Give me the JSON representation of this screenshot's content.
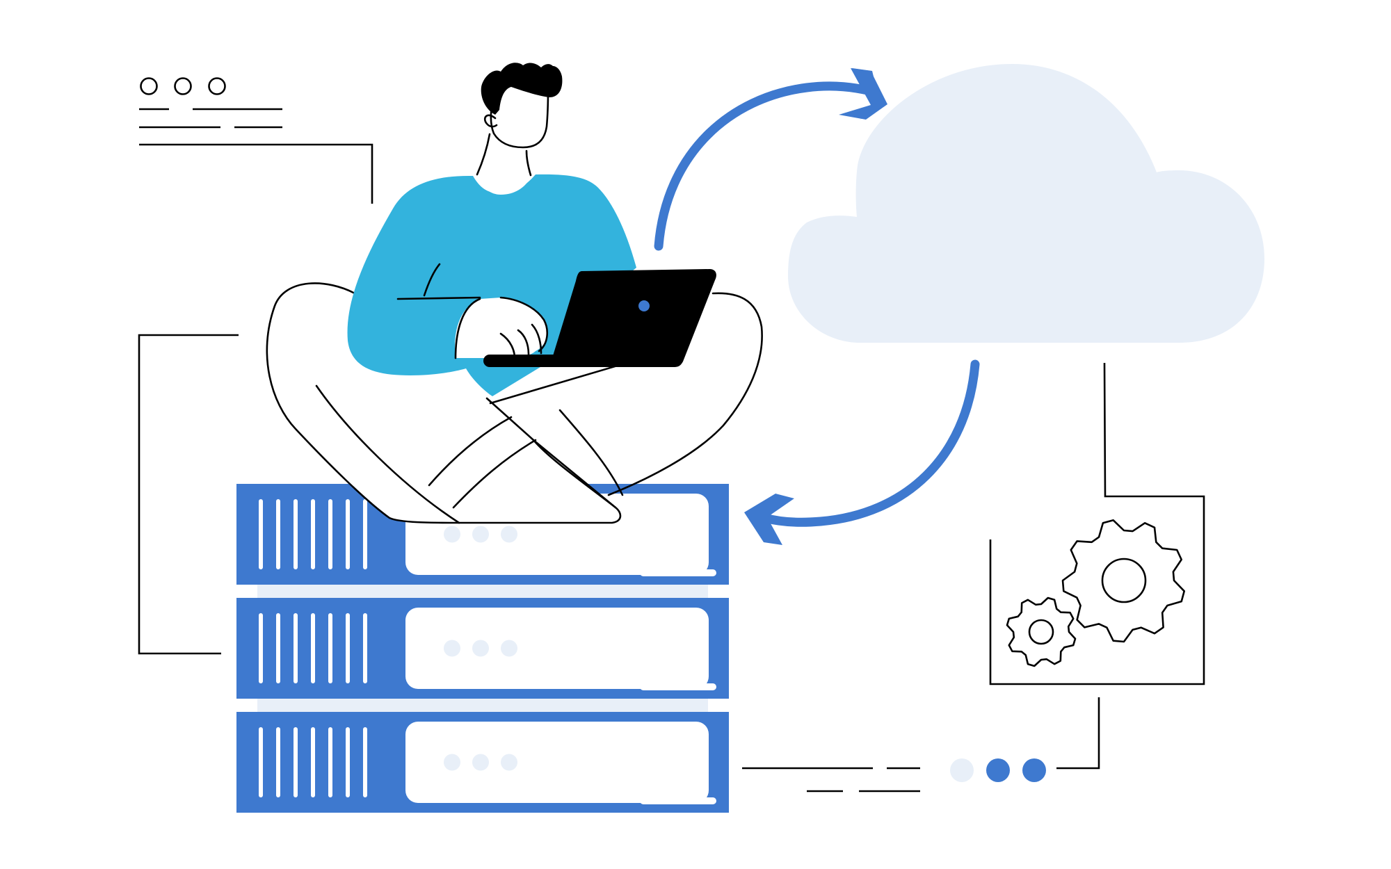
{
  "colors": {
    "background": "#ffffff",
    "accent_blue": "#3e79cf",
    "shirt_blue": "#33b3dd",
    "cloud_fill": "#e8eff8",
    "dot_light": "#e8eff8",
    "ink": "#000000"
  },
  "illustration": {
    "subject": "person-with-laptop-on-server-stack-syncing-with-cloud",
    "icons": [
      "window-dots-icon",
      "cloud-icon",
      "sync-arrow-icon",
      "server-rack-icon",
      "gears-icon",
      "laptop-icon"
    ]
  },
  "server_stack": {
    "unit_count": 3,
    "indicator_dots_per_unit": 3,
    "vent_slots_per_unit": 7
  },
  "status_dots": {
    "count": 3,
    "filled": 2
  }
}
